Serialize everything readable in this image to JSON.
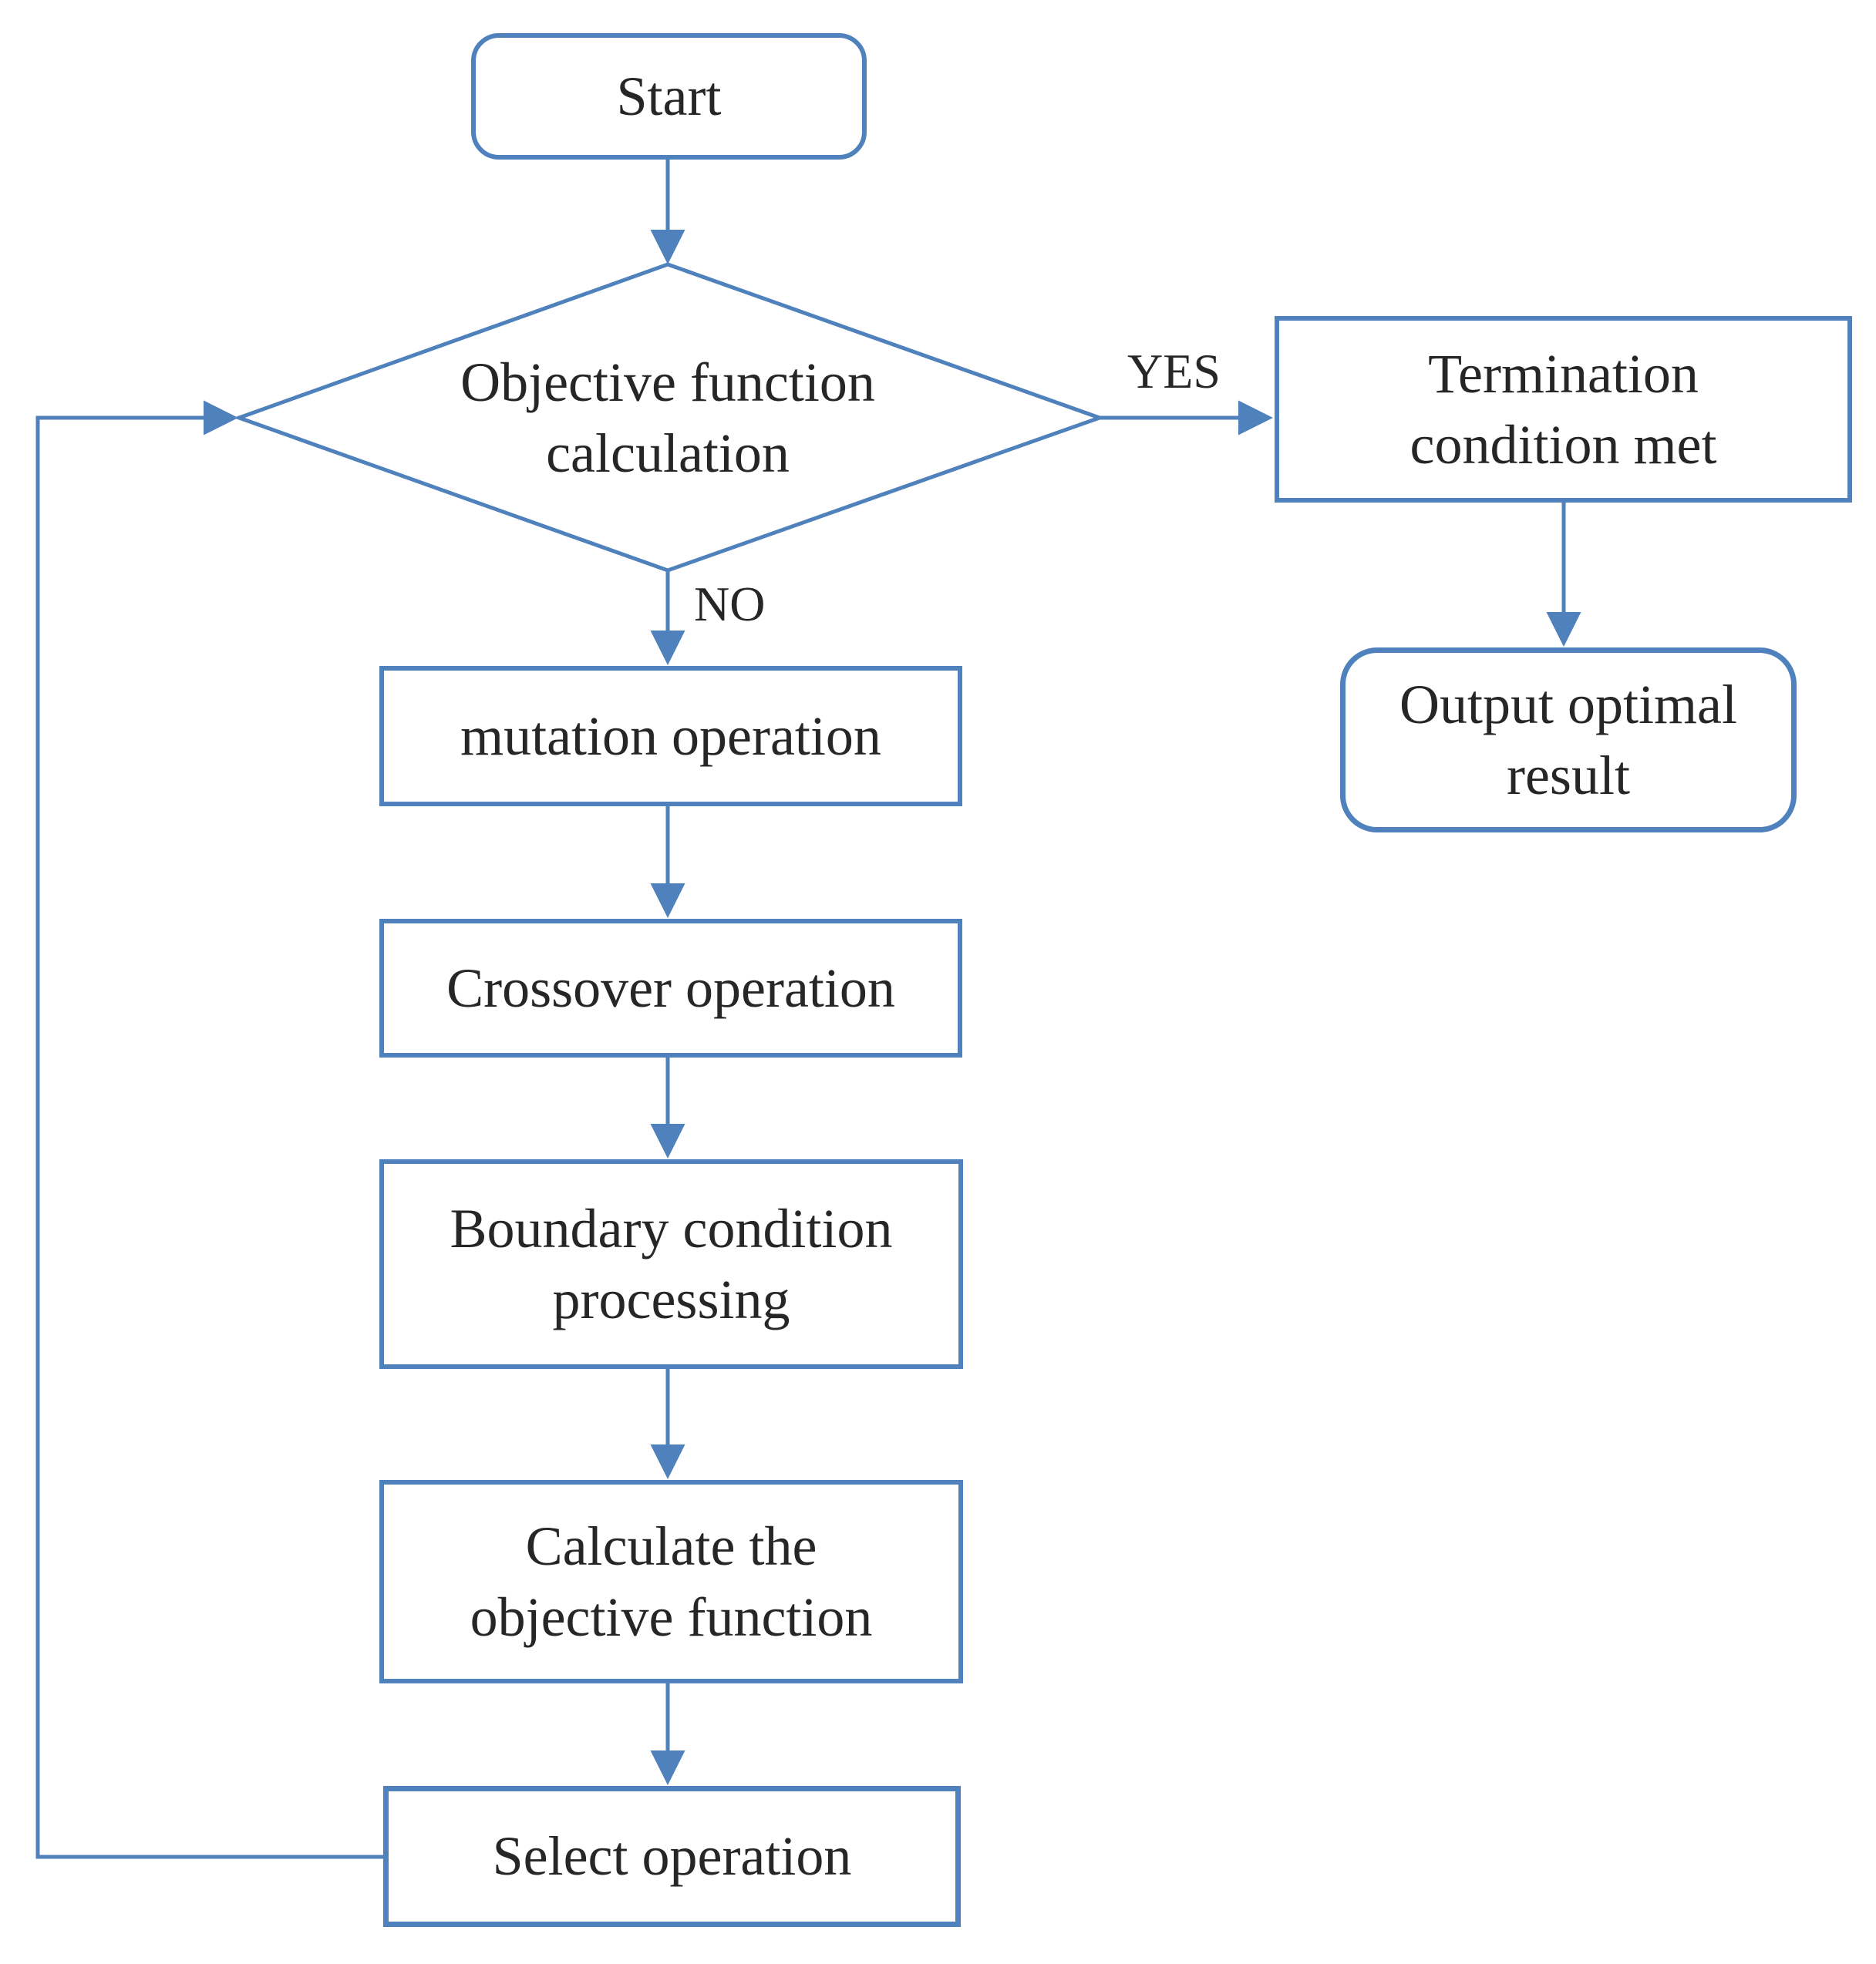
{
  "nodes": {
    "start": {
      "label": "Start",
      "shape": "rounded-rectangle"
    },
    "decision": {
      "label": "Objective function\ncalculation",
      "shape": "diamond"
    },
    "termination": {
      "label": "Termination\ncondition met",
      "shape": "rectangle"
    },
    "output": {
      "label": "Output optimal\nresult",
      "shape": "rounded-rectangle"
    },
    "mutation": {
      "label": "mutation operation",
      "shape": "rectangle"
    },
    "crossover": {
      "label": "Crossover operation",
      "shape": "rectangle"
    },
    "boundary": {
      "label": "Boundary condition\nprocessing",
      "shape": "rectangle"
    },
    "calculate": {
      "label": "Calculate the\nobjective function",
      "shape": "rectangle"
    },
    "select": {
      "label": "Select operation",
      "shape": "rectangle"
    }
  },
  "edge_labels": {
    "yes": "YES",
    "no": "NO"
  },
  "edges": [
    {
      "from": "start",
      "to": "decision",
      "label": ""
    },
    {
      "from": "decision",
      "to": "termination",
      "label": "YES"
    },
    {
      "from": "termination",
      "to": "output",
      "label": ""
    },
    {
      "from": "decision",
      "to": "mutation",
      "label": "NO"
    },
    {
      "from": "mutation",
      "to": "crossover",
      "label": ""
    },
    {
      "from": "crossover",
      "to": "boundary",
      "label": ""
    },
    {
      "from": "boundary",
      "to": "calculate",
      "label": ""
    },
    {
      "from": "calculate",
      "to": "select",
      "label": ""
    },
    {
      "from": "select",
      "to": "decision",
      "label": ""
    }
  ],
  "colors": {
    "stroke": "#4f81bd",
    "text": "#262626",
    "background": "#ffffff"
  }
}
